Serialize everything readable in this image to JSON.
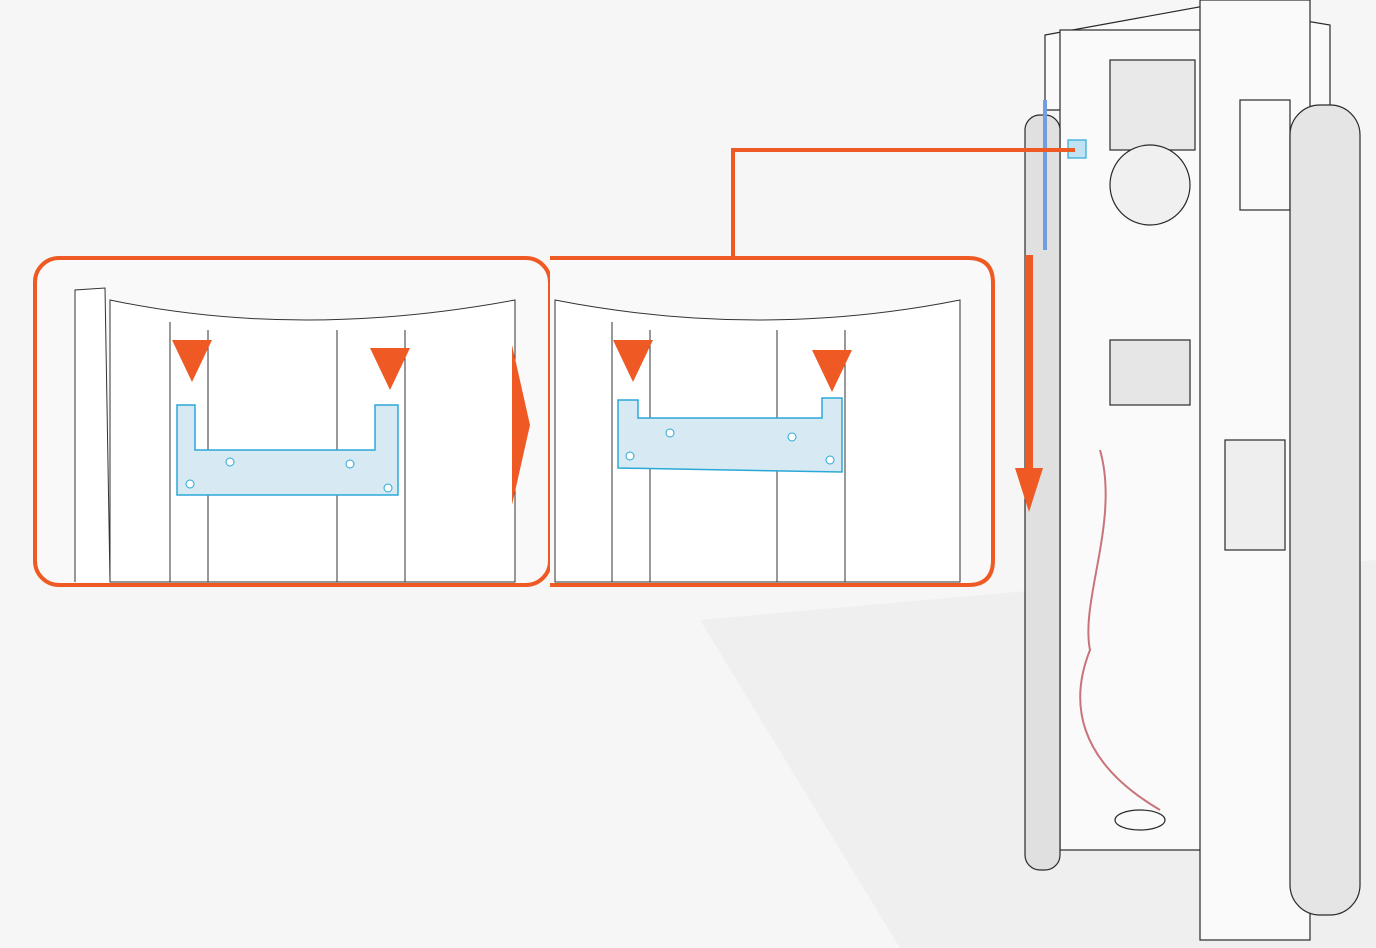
{
  "colors": {
    "accent": "#ef5a24",
    "background": "#f6f6f6",
    "bracket_fill": "#d7eaf3",
    "bracket_stroke": "#2aa8d8",
    "line_art": "#2a2a2a",
    "cable": "#c9737a"
  },
  "icons": {
    "step_arrow": "triangle-right",
    "insert_markers": "triangle-down",
    "slide_direction": "arrow-down"
  }
}
